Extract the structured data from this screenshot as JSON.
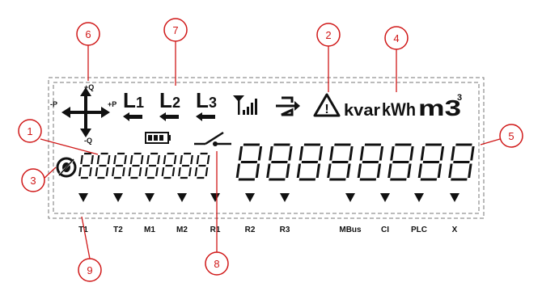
{
  "callouts": [
    "1",
    "2",
    "3",
    "4",
    "5",
    "6",
    "7",
    "8",
    "9"
  ],
  "power_axes": {
    "plus_q": "+Q",
    "minus_q": "-Q",
    "minus_p": "-P",
    "plus_p": "+P"
  },
  "phases": {
    "l": "L",
    "p1": "1",
    "p2": "2",
    "p3": "3"
  },
  "units": {
    "kvar": "kvar",
    "kwh": "kWh",
    "m3": "m3",
    "exp": "3"
  },
  "warning_mark": "!",
  "small_digits": [
    "8",
    "8",
    "8",
    "8",
    "8",
    "8",
    "8",
    "8"
  ],
  "large_digits": [
    "8",
    "8",
    "8",
    "8",
    "8",
    "8",
    "8",
    "8"
  ],
  "tariff_labels": [
    "T1",
    "T2",
    "M1",
    "M2",
    "R1",
    "R2",
    "R3",
    "MBus",
    "CI",
    "PLC",
    "X"
  ]
}
